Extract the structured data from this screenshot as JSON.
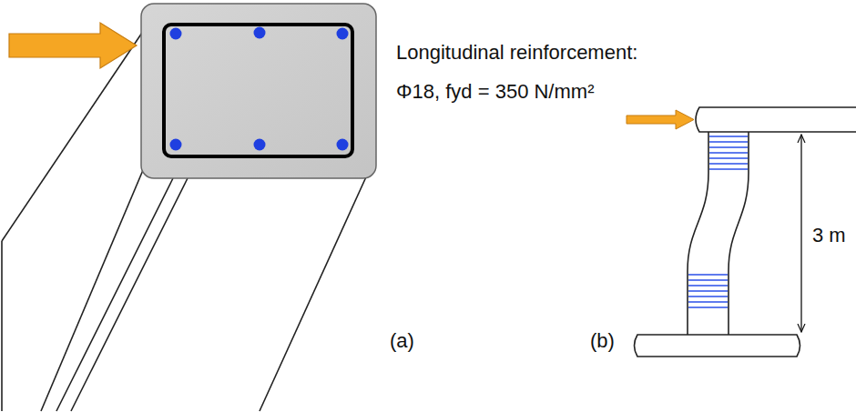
{
  "diagram": {
    "labels": [
      "Longitudinal reinforcement:",
      "Φ18,  fyd = 350  N/mm²",
      "3 m",
      "(a)",
      "(b)"
    ]
  }
}
